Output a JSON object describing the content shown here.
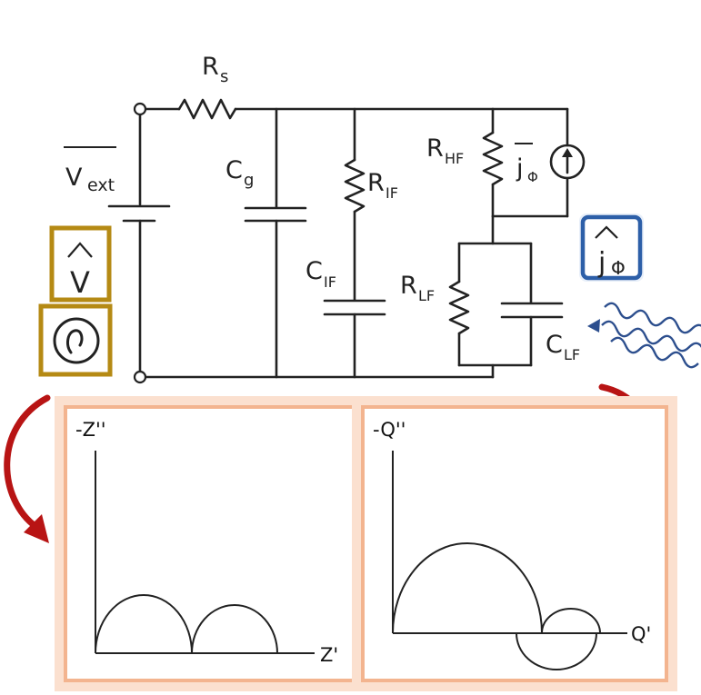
{
  "circuit": {
    "v_ext": "V",
    "v_ext_sub": "ext",
    "r_s": "R",
    "r_s_sub": "s",
    "c_g": "C",
    "c_g_sub": "g",
    "r_if": "R",
    "r_if_sub": "IF",
    "c_if": "C",
    "c_if_sub": "IF",
    "r_hf": "R",
    "r_hf_sub": "HF",
    "j_phi": "j",
    "j_phi_sub": "Φ",
    "r_lf": "R",
    "r_lf_sub": "LF",
    "c_lf": "C",
    "c_lf_sub": "LF"
  },
  "inputs": {
    "v_hat": "V",
    "j_hat": "j",
    "j_hat_sub": "Φ",
    "colors": {
      "voltage_frame": "#b58a14",
      "light_frame": "#2d5fa8",
      "light_wave": "#2d4f8e",
      "arrow": "#b81414",
      "plot_frame": "#f3b48f"
    }
  },
  "plots": {
    "impedance": {
      "y_label": "-Z''",
      "x_label": "Z'"
    },
    "imvs": {
      "y_label": "-Q''",
      "x_label": "Q'"
    }
  }
}
